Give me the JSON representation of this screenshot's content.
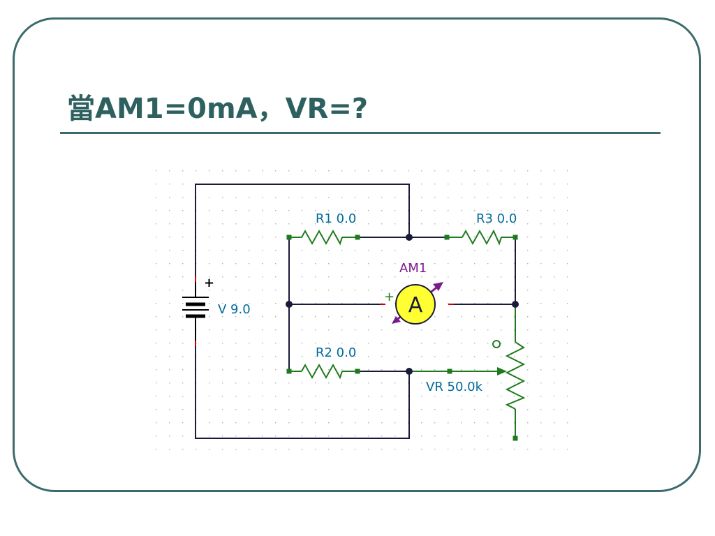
{
  "slide": {
    "title": "當AM1=0mA，VR=?"
  },
  "circuit": {
    "colors": {
      "wire": "#1a1a3a",
      "component": "#1f7a1f",
      "label": "#006b9a",
      "ammeter_fill": "#ffff33",
      "ammeter_label": "#7a1a8a",
      "polarity": "#cc0000",
      "grid_dot": "#a8b4b4"
    },
    "labels": {
      "r1": "R1 0.0",
      "r2": "R2 0.0",
      "r3": "R3 0.0",
      "vr": "VR 50.0k",
      "battery": "V 9.0",
      "battery_plus": "+",
      "ammeter_name": "AM1",
      "ammeter_symbol": "A",
      "ammeter_plus": "+"
    }
  }
}
